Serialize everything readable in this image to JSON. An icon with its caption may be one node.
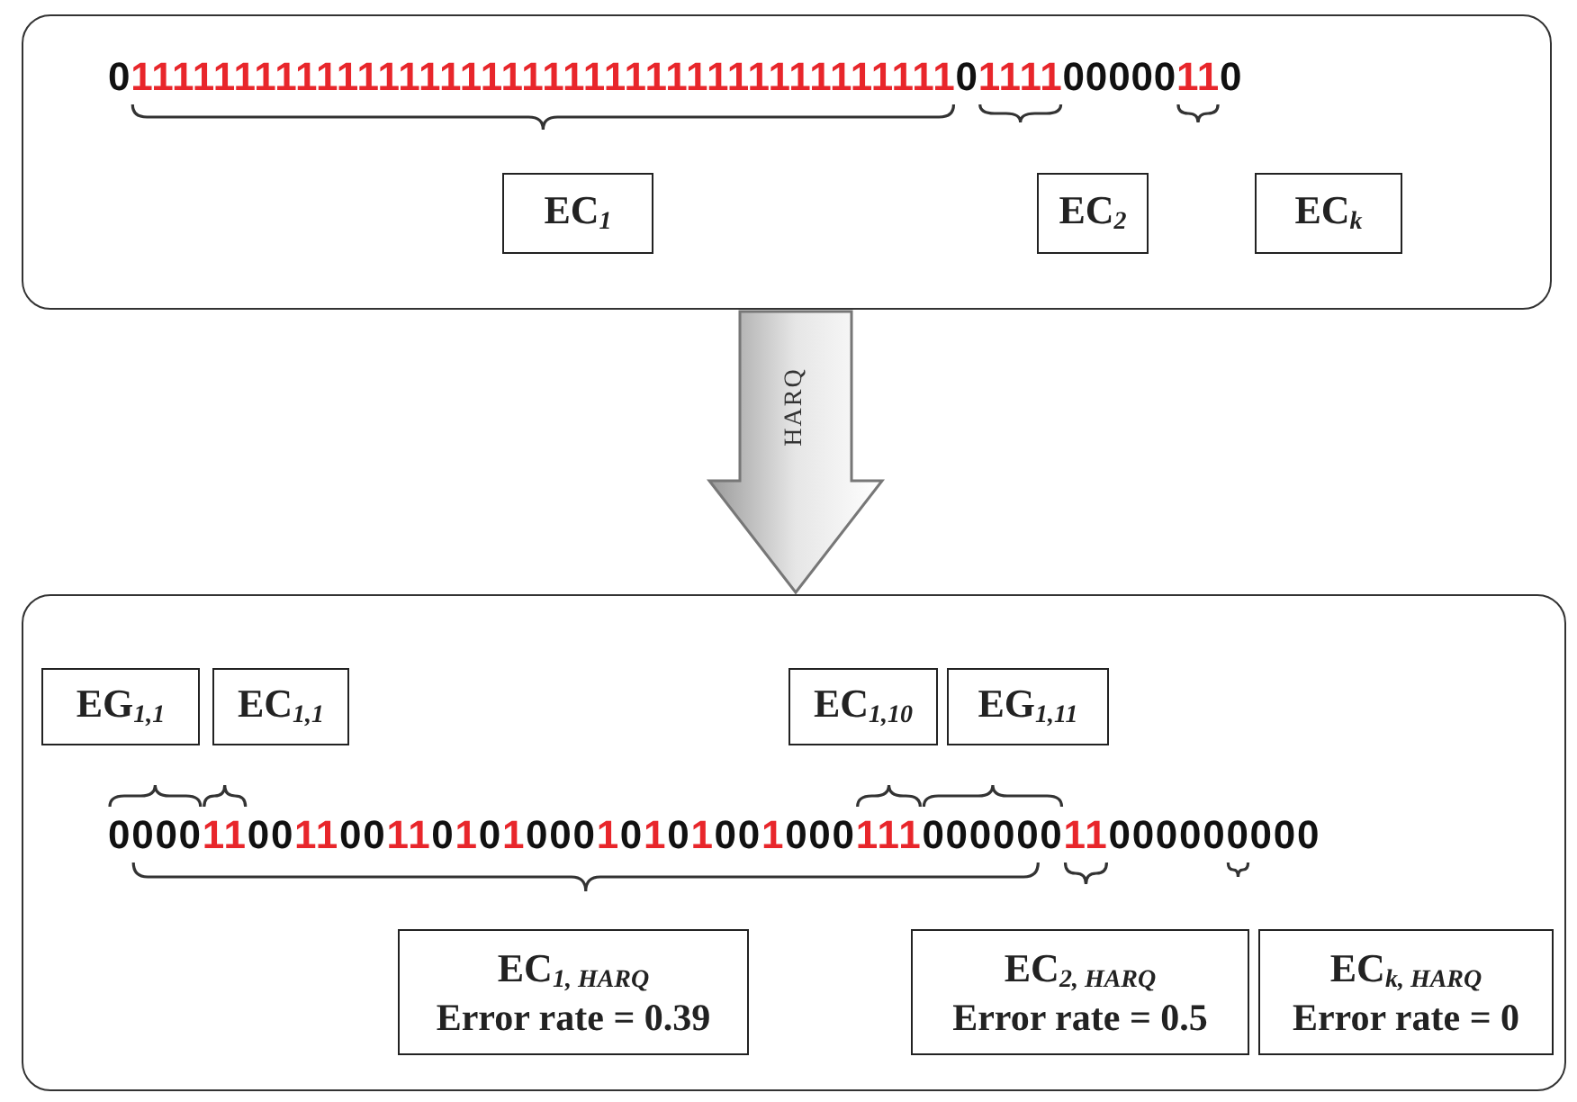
{
  "diagram": {
    "nodes": [
      {
        "text": [],
        "shape": "box"
      },
      {
        "text": [
          "EC$_{1}$"
        ],
        "in": 0
      },
      {
        "text": [
          "EC$_{2}$"
        ],
        "in": 0
      },
      {
        "text": [
          "EC$_{k}$"
        ],
        "in": 0
      },
      {
        "text": [],
        "shape": "box"
      },
      {
        "text": [
          "EG$_{1,1}$"
        ],
        "in": 4
      },
      {
        "text": [
          "EC$_{1,1}$"
        ],
        "in": 4
      },
      {
        "text": [
          "EC$_{1,10}$"
        ],
        "in": 4
      },
      {
        "text": [
          "EG$_{1,11}$"
        ],
        "in": 4
      },
      {
        "text": [
          "EC$_{1, HARQ}$",
          "Error rate = 0.39"
        ],
        "in": 4
      },
      {
        "text": [
          "EC$_{2, HARQ}$",
          "Error rate = 0.5"
        ],
        "in": 4
      },
      {
        "text": [
          "EC$_{k, HARQ}$",
          "Error rate = 0"
        ],
        "in": 4
      }
    ],
    "edges": [
      {
        "from": 0,
        "to": 4,
        "arrow": "to",
        "label": "HARQ",
        "style": "thick"
      }
    ],
    "labels": [
      "011111111111111111111111111111111111111110111100000110",
      "0000110011001101010001010100100011100000011000000000"
    ]
  }
}
